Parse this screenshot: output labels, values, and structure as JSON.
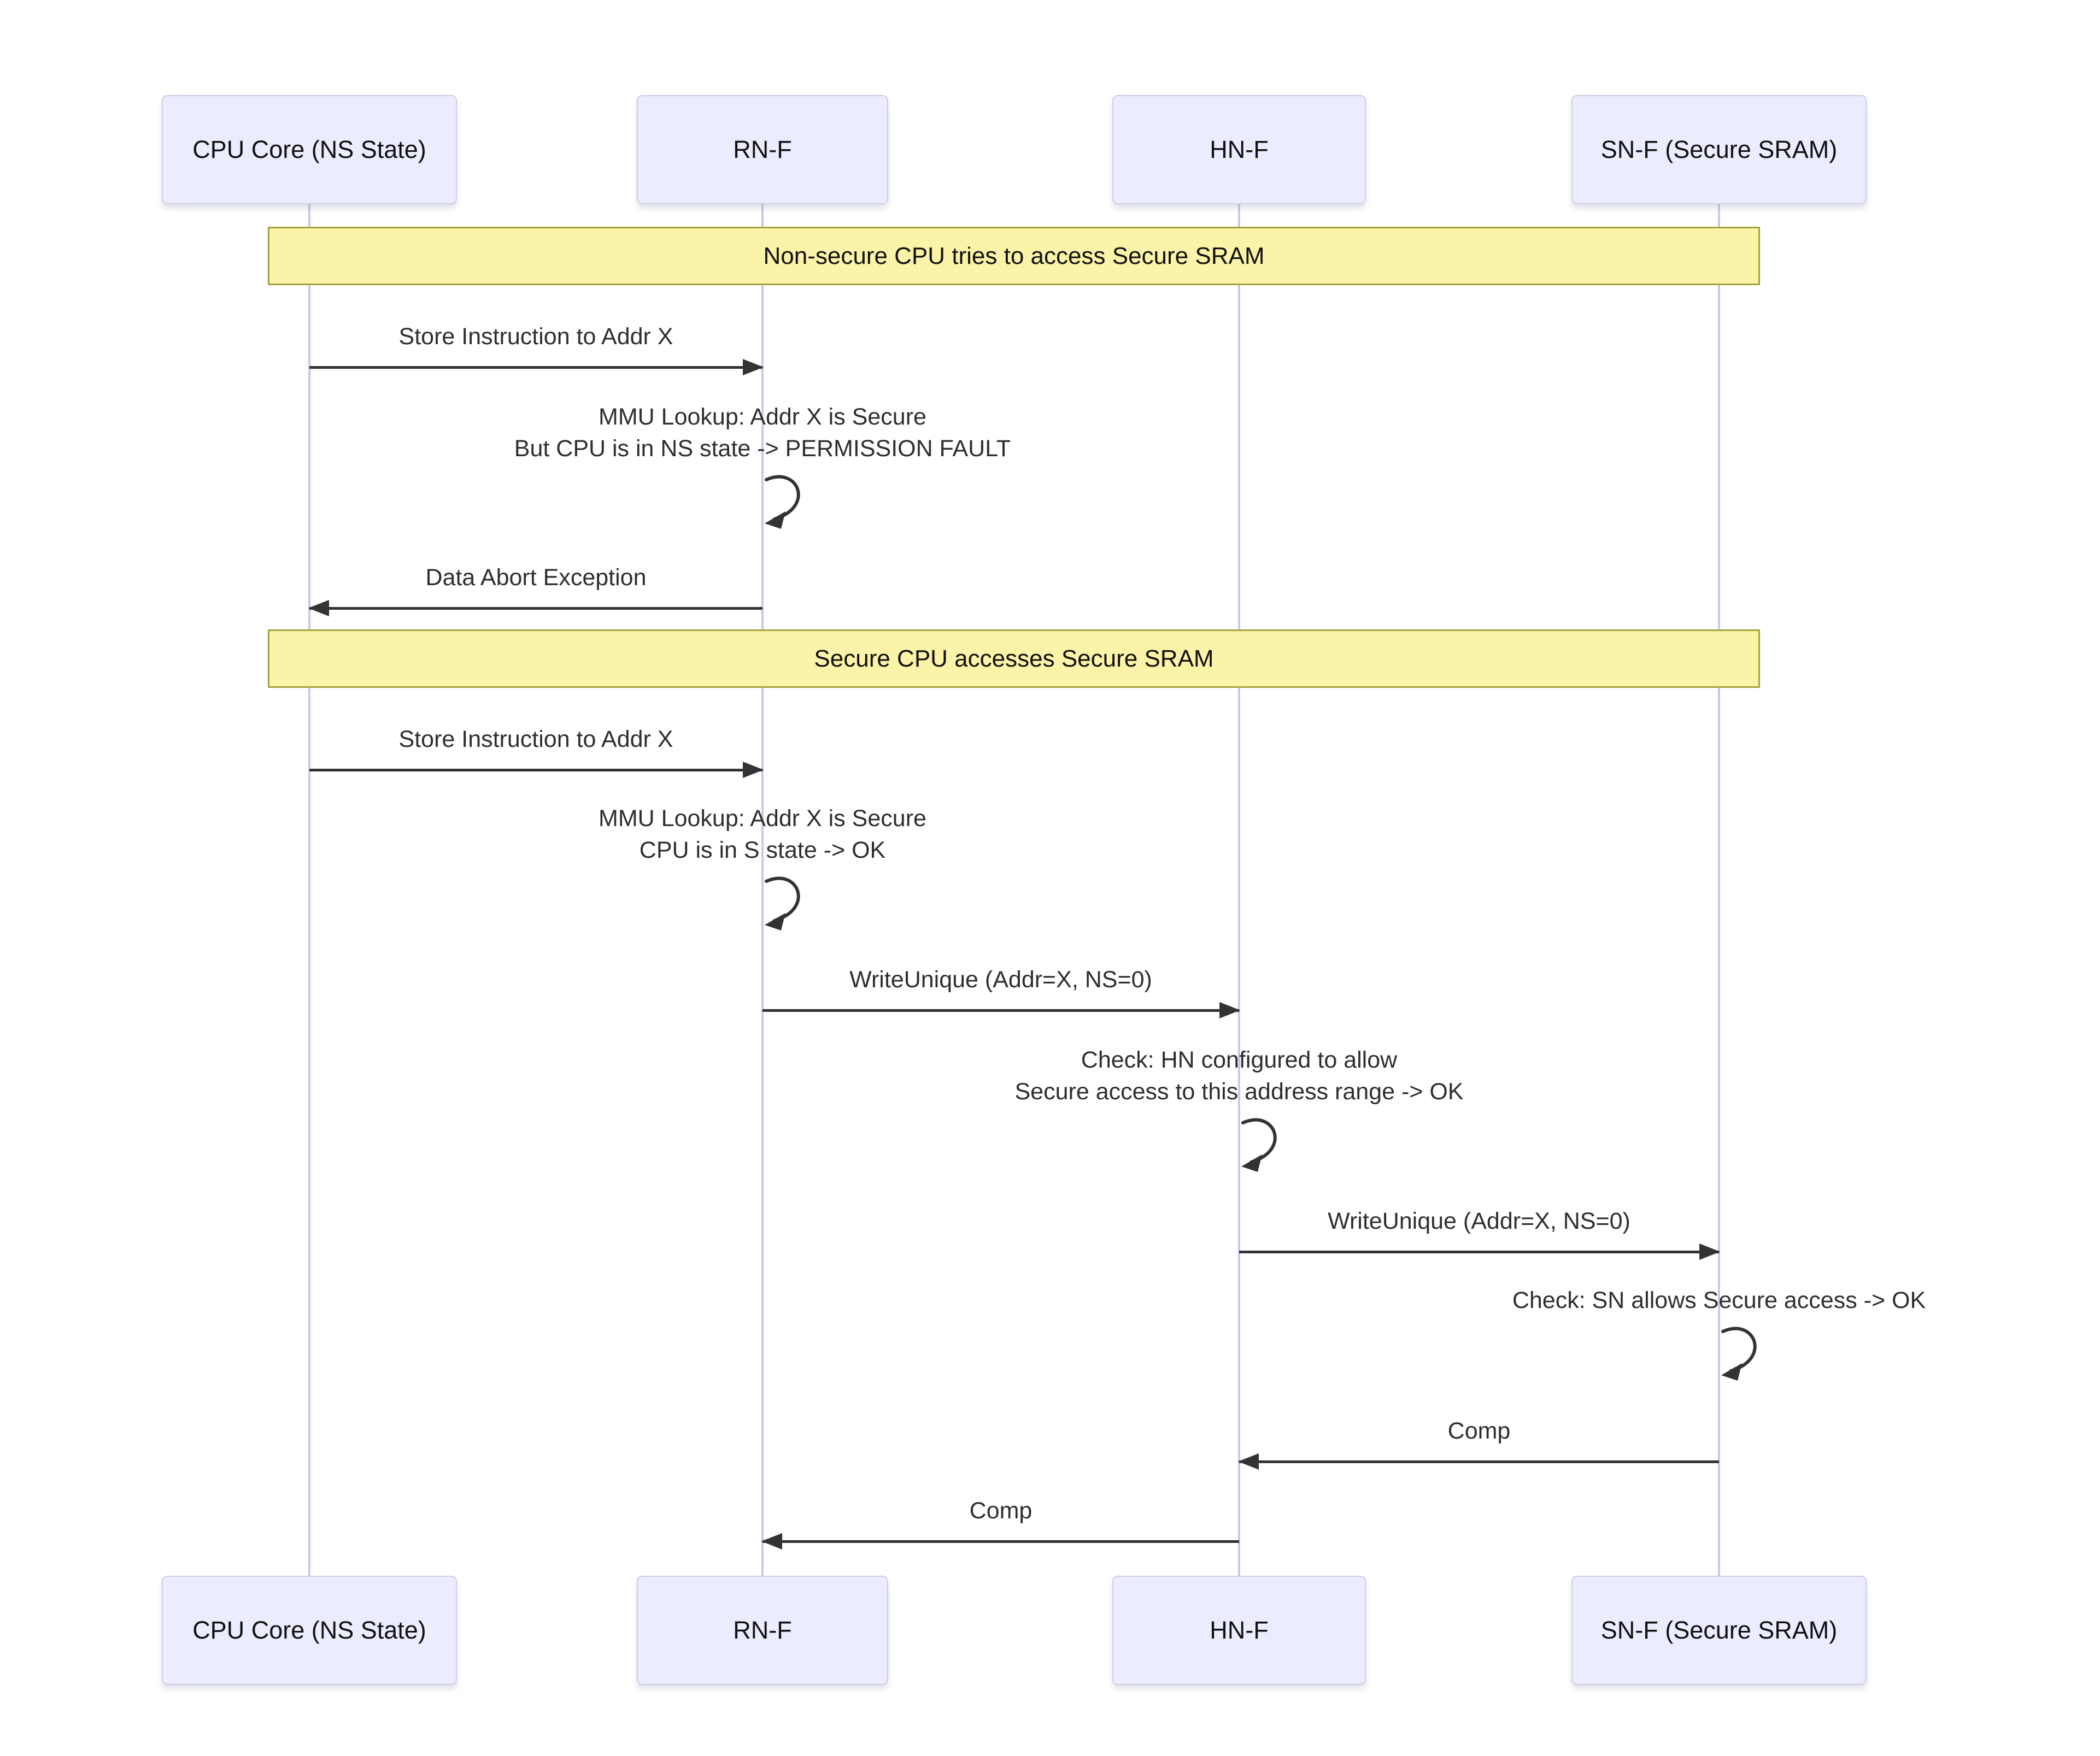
{
  "diagram": {
    "type": "sequence",
    "background": "#ffffff",
    "colors": {
      "actor_fill": "#ECECFF",
      "actor_border": "#CFCCE6",
      "lifeline": "#CBC7E6",
      "note_fill": "#FBF3A8",
      "note_border": "#A3A33B",
      "message_line": "#333333",
      "message_text": "#2e2e2e",
      "actor_text": "#111111"
    }
  },
  "actors": [
    {
      "id": "cpu",
      "label": "CPU Core (NS State)"
    },
    {
      "id": "rnf",
      "label": "RN-F"
    },
    {
      "id": "hnf",
      "label": "HN-F"
    },
    {
      "id": "snf",
      "label": "SN-F (Secure SRAM)"
    }
  ],
  "sections": [
    {
      "title": "Non-secure CPU tries to access Secure SRAM"
    },
    {
      "title": "Secure CPU accesses Secure SRAM"
    }
  ],
  "messages": [
    {
      "type": "arrow",
      "from": "cpu",
      "to": "rnf",
      "text": "Store Instruction to Addr X"
    },
    {
      "type": "self",
      "on": "rnf",
      "lines": [
        "MMU Lookup: Addr X is Secure",
        "But CPU is in NS state -> PERMISSION FAULT"
      ]
    },
    {
      "type": "arrow",
      "from": "rnf",
      "to": "cpu",
      "text": "Data Abort Exception"
    },
    {
      "type": "arrow",
      "from": "cpu",
      "to": "rnf",
      "text": "Store Instruction to Addr X"
    },
    {
      "type": "self",
      "on": "rnf",
      "lines": [
        "MMU Lookup: Addr X is Secure",
        "CPU is in S state -> OK"
      ]
    },
    {
      "type": "arrow",
      "from": "rnf",
      "to": "hnf",
      "text": "WriteUnique (Addr=X, NS=0)"
    },
    {
      "type": "self",
      "on": "hnf",
      "lines": [
        "Check: HN configured to allow",
        "Secure access to this address range -> OK"
      ]
    },
    {
      "type": "arrow",
      "from": "hnf",
      "to": "snf",
      "text": "WriteUnique (Addr=X, NS=0)"
    },
    {
      "type": "self",
      "on": "snf",
      "lines": [
        "Check: SN allows Secure access -> OK"
      ]
    },
    {
      "type": "arrow",
      "from": "snf",
      "to": "hnf",
      "text": "Comp"
    },
    {
      "type": "arrow",
      "from": "hnf",
      "to": "rnf",
      "text": "Comp"
    }
  ]
}
